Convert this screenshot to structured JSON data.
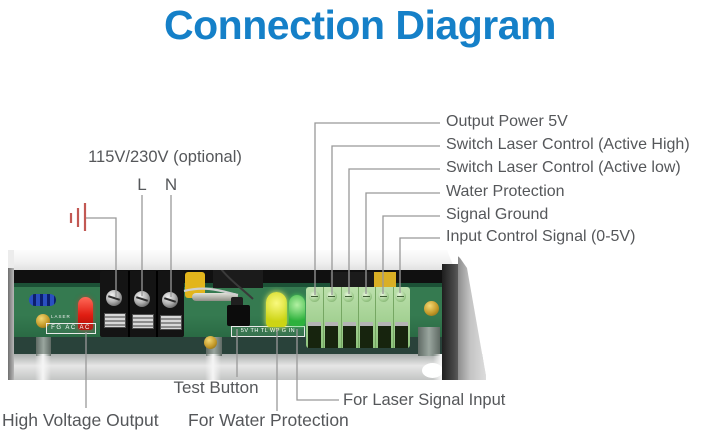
{
  "title": "Connection Diagram",
  "colors": {
    "title_blue": "#1580c8",
    "label_gray": "#55575a",
    "leader_line": "#999999",
    "ground_red": "#c25853",
    "pcb_green": "#357a50",
    "connector_green": "#9fd08e"
  },
  "left_labels": {
    "voltage": "115V/230V (optional)",
    "live": "L",
    "neutral": "N"
  },
  "right_labels": [
    {
      "text": "Output Power 5V"
    },
    {
      "text": "Switch Laser Control (Active High)"
    },
    {
      "text": "Switch Laser Control (Active low)"
    },
    {
      "text": "Water Protection"
    },
    {
      "text": "Signal Ground"
    },
    {
      "text": "Input Control Signal (0-5V)"
    }
  ],
  "bottom_labels": {
    "test_button": "Test Button",
    "high_voltage": "High Voltage Output",
    "water_protection": "For Water Protection",
    "laser_signal": "For Laser Signal Input"
  },
  "pcb_silkscreen": {
    "laser": "LASER",
    "ac_terminals": "FG AC AC",
    "signal_terminals": "5V TH TL WP G IN"
  }
}
